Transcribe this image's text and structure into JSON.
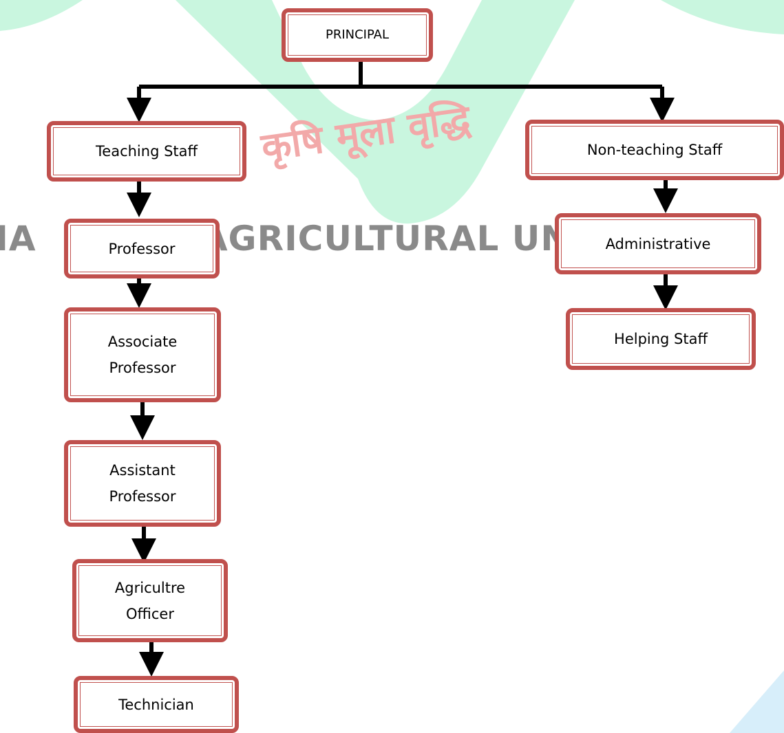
{
  "watermark": {
    "text": "NA             AGRICULTURAL UN",
    "motto": "कृषि मूला वृद्धि",
    "colors": {
      "green": "#c9f6df",
      "gray": "#8a8a8a",
      "pink": "#f2a9a9",
      "blue": "#d7eefa"
    }
  },
  "colors": {
    "box_border": "#c0504d",
    "connector": "#000000"
  },
  "nodes": {
    "principal": "PRINCIPAL",
    "teaching_staff": "Teaching Staff",
    "non_teaching_staff": "Non-teaching Staff",
    "professor": "Professor",
    "associate_professor": "Associate\nProfessor",
    "assistant_professor": "Assistant\nProfessor",
    "agriculture_officer": "Agricultre\nOfficer",
    "technician": "Technician",
    "administrative": "Administrative",
    "helping_staff": "Helping Staff"
  }
}
